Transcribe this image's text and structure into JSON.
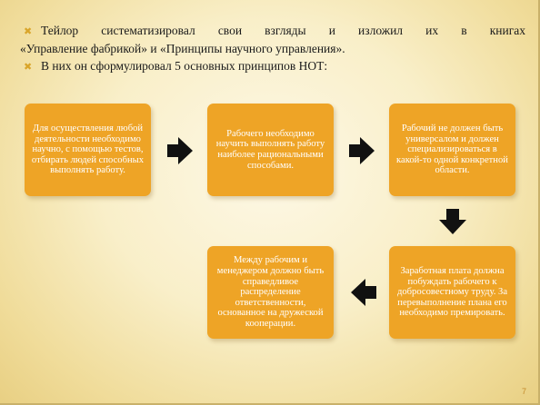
{
  "bullets": {
    "item1_line1": "Тейлор систематизировал свои взгляды и изложил их в книгах",
    "item1_line2": "«Управление фабрикой» и «Принципы научного управления».",
    "item2": "В них он сформулировал 5 основных принципов НОТ:",
    "marker_icon": "x-bullet-icon"
  },
  "principles": [
    "Для осуществления любой деятельности необходимо научно, с помощью тестов, отбирать людей способных выполнять работу.",
    "Рабочего необходимо научить выполнять работу наиболее рациональными способами.",
    "Рабочий не должен быть универсалом и должен специализироваться в какой-то одной конкретной области.",
    "Заработная плата должна побуждать рабочего к добросовестному труду. За перевыполнение плана его необходимо премировать.",
    "Между рабочим и менеджером должно быть справедливое распределение ответственности, основанное на дружеской кооперации."
  ],
  "page_number": "7",
  "colors": {
    "box_fill": "#eea426",
    "box_text": "#ffffff",
    "arrow": "#111111",
    "bullet_marker": "#d9a52a"
  }
}
